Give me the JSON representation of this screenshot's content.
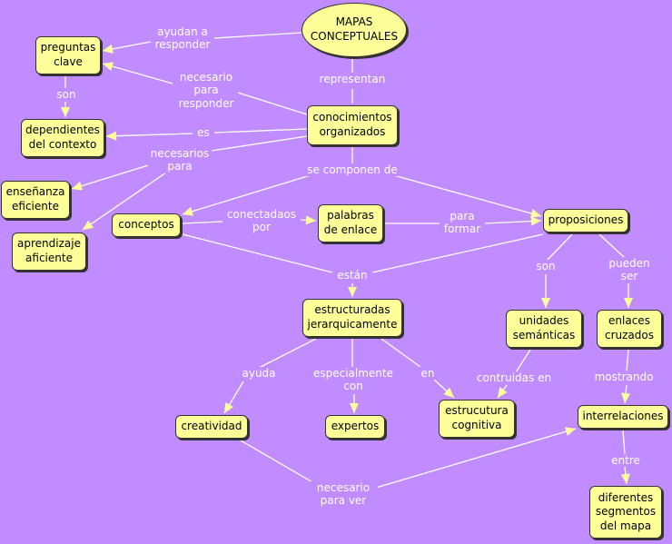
{
  "colors": {
    "background": "#c18cff",
    "node_fill": "#ffff99",
    "node_border": "#333333",
    "line": "#ffffff",
    "label_text": "#ffffff"
  },
  "nodes": {
    "mapas": "MAPAS\nCONCEPTUALES",
    "preguntas": "preguntas\nclave",
    "conocimientos": "conocimientos\norganizados",
    "dependientes": "dependientes\ndel contexto",
    "ensenanza": "enseñanza\neficiente",
    "aprendizaje": "aprendizaje\naficiente",
    "conceptos": "conceptos",
    "palabras": "palabras\nde enlace",
    "proposiciones": "proposiciones",
    "estructuradas": "estructuradas\njerarquicamente",
    "unidades": "unidades\nsemánticas",
    "enlaces": "enlaces\ncruzados",
    "creatividad": "creatividad",
    "expertos": "expertos",
    "estrucutura": "estrucutura\ncognitiva",
    "interrelaciones": "interrelaciones",
    "diferentes": "diferentes\nsegmentos\ndel mapa"
  },
  "labels": {
    "ayudan": "ayudan a\nresponder",
    "representan": "representan",
    "son1": "son",
    "necesario_responder": "necesario\npara\nresponder",
    "es": "es",
    "necesarios_para": "necesarios\npara",
    "se_componen": "se componen de",
    "conectadaos": "conectadaos\npor",
    "para_formar": "para\nformar",
    "estan": "están",
    "son2": "son",
    "pueden_ser": "pueden\nser",
    "ayuda": "ayuda",
    "especialmente": "especialmente\ncon",
    "en": "en",
    "contruidas": "contruidas en",
    "mostrando": "mostrando",
    "entre": "entre",
    "necesario_ver": "necesario\npara ver"
  }
}
